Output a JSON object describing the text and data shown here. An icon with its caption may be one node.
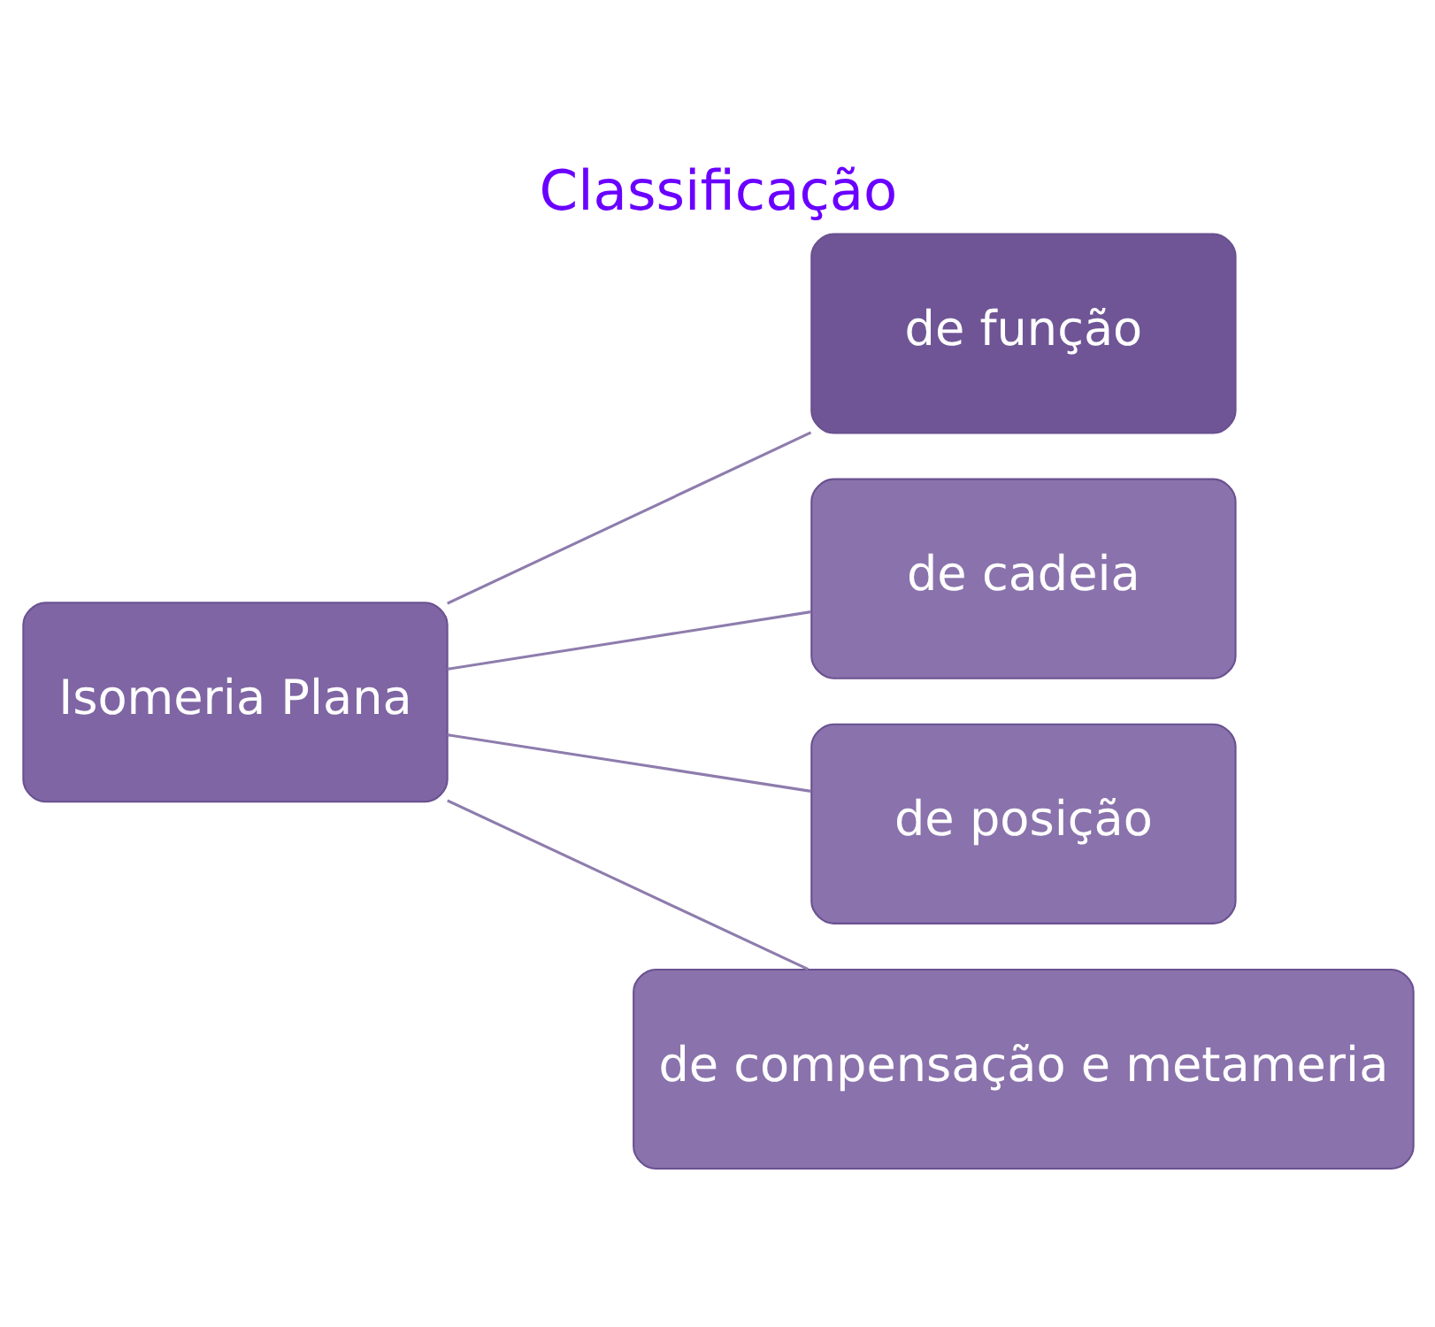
{
  "diagram": {
    "title": "Classificação",
    "nodes": [
      {
        "text": [
          "Isomeria Plana"
        ]
      },
      {
        "text": [
          "de função"
        ]
      },
      {
        "text": [
          "de cadeia"
        ]
      },
      {
        "text": [
          "de posição"
        ]
      },
      {
        "text": [
          "de compensação e metameria"
        ]
      }
    ],
    "edges": [
      {
        "from": 0,
        "to": 1,
        "arrow": "none"
      },
      {
        "from": 0,
        "to": 2,
        "arrow": "none"
      },
      {
        "from": 0,
        "to": 3,
        "arrow": "none"
      },
      {
        "from": 0,
        "to": 4,
        "arrow": "none"
      }
    ]
  }
}
